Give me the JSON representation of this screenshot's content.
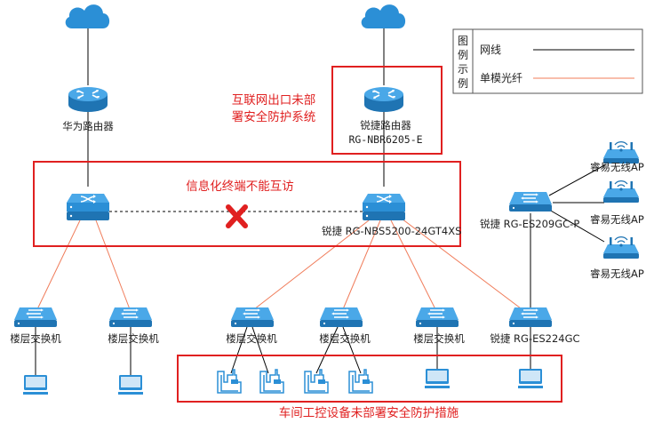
{
  "colors": {
    "device": "#2b8fd6",
    "device_light": "#4aa8e8",
    "cable": "#000000",
    "fiber": "#f07c5a",
    "highlight": "#e02020",
    "pc": "#2b8fd6",
    "cloud": "#2b8fd6"
  },
  "legend": {
    "title_chars": [
      "图",
      "例",
      "示",
      "例"
    ],
    "items": [
      {
        "label": "网线",
        "type": "cable"
      },
      {
        "label": "单模光纤",
        "type": "fiber"
      }
    ]
  },
  "nodes": {
    "huawei_router": {
      "label": "华为路由器",
      "icon": "router-icon"
    },
    "ruijie_router": {
      "label": "锐捷路由器",
      "model": "RG-NBR6205-E",
      "icon": "router-icon"
    },
    "left_core_switch": {
      "label": "",
      "icon": "core-switch-icon"
    },
    "ruijie_core_switch": {
      "label": "锐捷 RG-NBS5200-24GT4XS",
      "icon": "core-switch-icon"
    },
    "ruijie_poe_switch": {
      "label": "锐捷 RG-ES209GC-P",
      "icon": "access-switch-icon"
    },
    "ap1": {
      "label": "睿易无线AP",
      "icon": "wireless-ap-icon"
    },
    "ap2": {
      "label": "睿易无线AP",
      "icon": "wireless-ap-icon"
    },
    "ap3": {
      "label": "睿易无线AP",
      "icon": "wireless-ap-icon"
    },
    "floor_switches": [
      {
        "label": "楼层交换机"
      },
      {
        "label": "楼层交换机"
      },
      {
        "label": "楼层交换机"
      },
      {
        "label": "楼层交换机"
      },
      {
        "label": "楼层交换机"
      }
    ],
    "ruijie_es224": {
      "label": "锐捷 RG-ES224GC"
    }
  },
  "annotations": {
    "no_security_internet": [
      "互联网出口未部",
      "署安全防护系统"
    ],
    "no_mutual_access": "信息化终端不能互访",
    "no_security_workshop": "车间工控设备未部署安全防护措施"
  }
}
